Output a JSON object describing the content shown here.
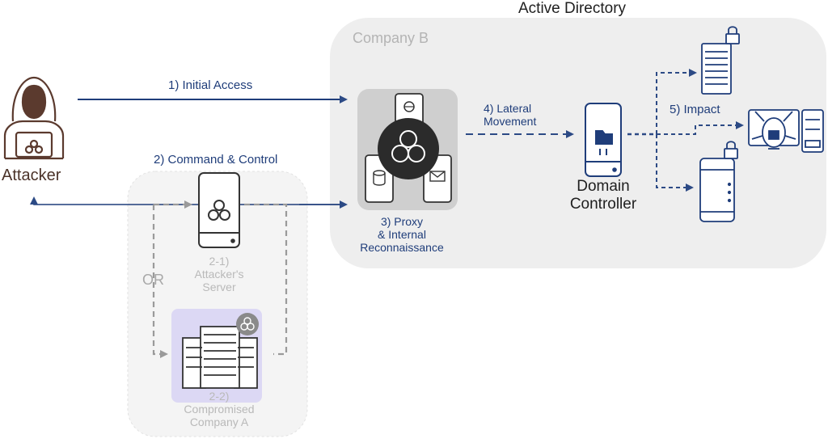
{
  "title": "Active Directory",
  "zones": {
    "company_b": "Company B"
  },
  "nodes": {
    "attacker": "Attacker",
    "attacker_server": [
      "2-1)",
      "Attacker's",
      "Server"
    ],
    "compromised_company": [
      "2-2)",
      "Compromised",
      "Company A"
    ],
    "domain_controller": [
      "Domain",
      "Controller"
    ]
  },
  "steps": {
    "initial_access": "1) Initial Access",
    "command_control": "2) Command & Control",
    "or_label": "OR",
    "proxy_recon": [
      "3) Proxy",
      "& Internal",
      "Reconnaissance"
    ],
    "lateral_movement": [
      "4) Lateral",
      "Movement"
    ],
    "impact": "5) Impact"
  },
  "colors": {
    "navy": "#1f3d7a",
    "dashed_navy": "#2c4a85",
    "grey_dash": "#9a9a9a",
    "zone_fill": "#eeeeee",
    "zone_a_fill": "#f3f3f3",
    "highlight": "#dcd8f4",
    "attacker_brown": "#5b3a2e"
  },
  "icons": {
    "attacker": "hooded-hacker-icon",
    "proxy": "biohazard-devices-icon",
    "server": "biohazard-server-icon",
    "rack": "server-rack-icon",
    "dc": "domain-controller-icon",
    "locked_server": "locked-server-icon",
    "infected_pc": "infected-computer-icon",
    "tablet": "locked-tablet-icon"
  }
}
